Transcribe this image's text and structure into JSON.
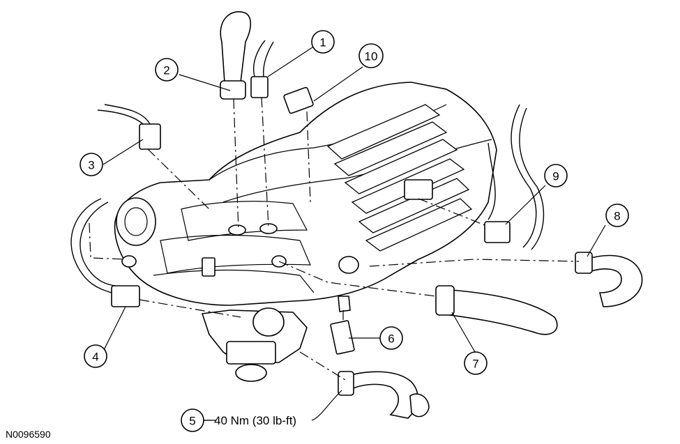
{
  "figure_ref": "N0096590",
  "callouts": [
    {
      "id": "1",
      "label": "1"
    },
    {
      "id": "2",
      "label": "2"
    },
    {
      "id": "3",
      "label": "3"
    },
    {
      "id": "4",
      "label": "4"
    },
    {
      "id": "5",
      "label": "5"
    },
    {
      "id": "6",
      "label": "6"
    },
    {
      "id": "7",
      "label": "7"
    },
    {
      "id": "8",
      "label": "8"
    },
    {
      "id": "9",
      "label": "9"
    },
    {
      "id": "10",
      "label": "10"
    }
  ],
  "torque_spec": "40 Nm (30 lb-ft)"
}
